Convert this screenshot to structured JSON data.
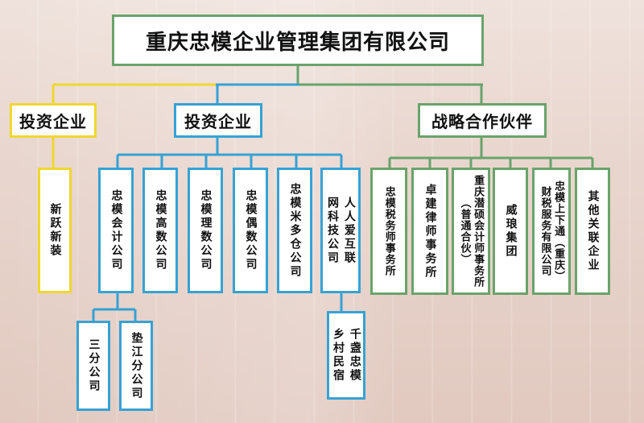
{
  "title": "重庆忠模企业管理集团有限公司",
  "branches": [
    {
      "label": "投资企业",
      "color": "#f0d730"
    },
    {
      "label": "投资企业",
      "color": "#36a2d4"
    },
    {
      "label": "战略合作伙伴",
      "color": "#6aa36b"
    }
  ],
  "yellow_children": [
    "新跃新装"
  ],
  "blue_children": [
    "忠模会计公司",
    "忠模高数公司",
    "忠模理数公司",
    "忠模偶数公司",
    "忠模米多仓公司"
  ],
  "blue_last_child": {
    "col1": "网科技公司",
    "col2": "人人爱互联"
  },
  "accounting_sub": [
    "三分公司",
    "垫江分公司"
  ],
  "internet_sub": {
    "col1": "乡村民宿",
    "col2": "千盏忠模"
  },
  "green_children": [
    {
      "col1": "忠模税务师事务所",
      "col2": ""
    },
    {
      "col1": "卓建律师事务所",
      "col2": ""
    },
    {
      "col1": "（普通合伙）",
      "col2": "重庆潜硕会计师事务所"
    },
    {
      "col1": "威琅集团",
      "col2": ""
    },
    {
      "col1": "财税服务有限公司",
      "col2": "忠模上下通（重庆）"
    },
    {
      "col1": "其他关联企业",
      "col2": ""
    }
  ],
  "colors": {
    "yellow": "#f0d730",
    "blue": "#36a2d4",
    "green": "#6aa36b"
  }
}
